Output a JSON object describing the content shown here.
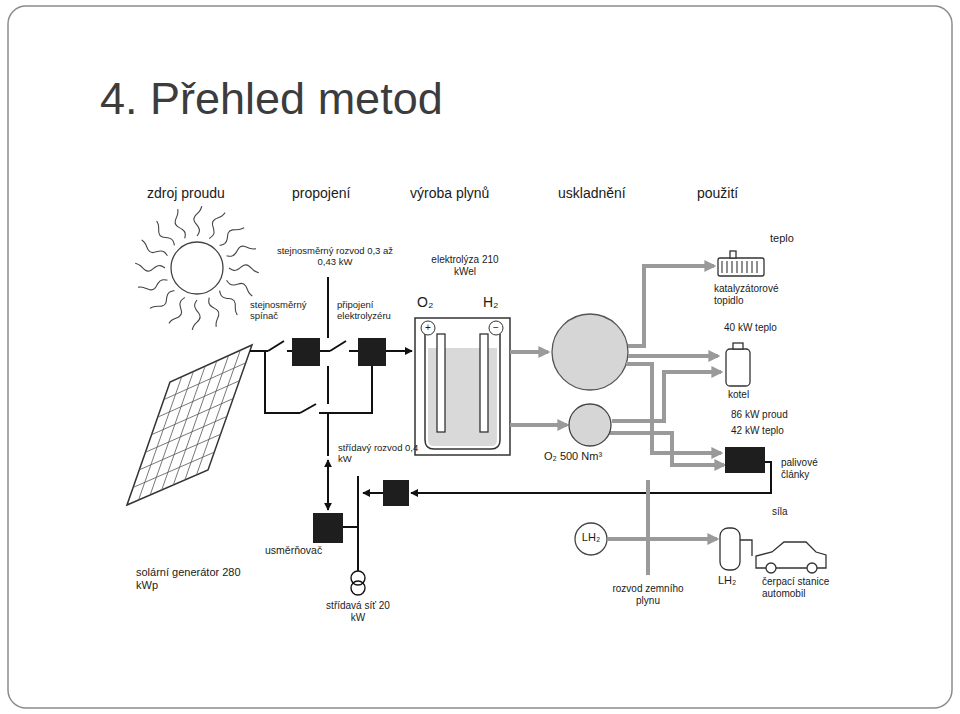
{
  "diagram": {
    "title": "4. Přehled metod",
    "nodes": [
      {
        "text": [
          "elektrolýza 210 kWel",
          "O₂",
          "H₂"
        ]
      },
      {
        "text": [
          "O₂ 500 Nm³"
        ]
      },
      {
        "text": [
          "teplo",
          "katalyzátorové topidlo",
          "40 kW teplo"
        ]
      },
      {
        "text": [
          "kotel"
        ]
      },
      {
        "text": [
          "86 kW proud",
          "42 kW teplo",
          "palivové články"
        ]
      },
      {
        "text": [
          "LH₂"
        ]
      },
      {
        "text": [
          "síla",
          "LH₂",
          "čerpací stanice automobil"
        ]
      },
      {
        "text": [
          "usměrňovač"
        ]
      }
    ],
    "edges": [
      {
        "from": 0,
        "to": 1,
        "arrow": "to"
      },
      {
        "from": 1,
        "to": 3,
        "arrow": "to"
      },
      {
        "from": 1,
        "to": 4,
        "arrow": "to"
      },
      {
        "from": 5,
        "to": 6,
        "arrow": "to"
      }
    ],
    "labels": [
      "zdroj proudu",
      "propojení",
      "výroba plynů",
      "uskladnění",
      "použití",
      "stejnosměrný rozvod 0,3 až 0,43 kW",
      "stejnosměrný spínač",
      "připojení elektrolyzéru",
      "střídavý rozvod 0,4 kW",
      "solární generátor 280 kWp",
      "střídavá síť 20 kW",
      "rozvod zemního plynu",
      "+",
      "−"
    ]
  }
}
